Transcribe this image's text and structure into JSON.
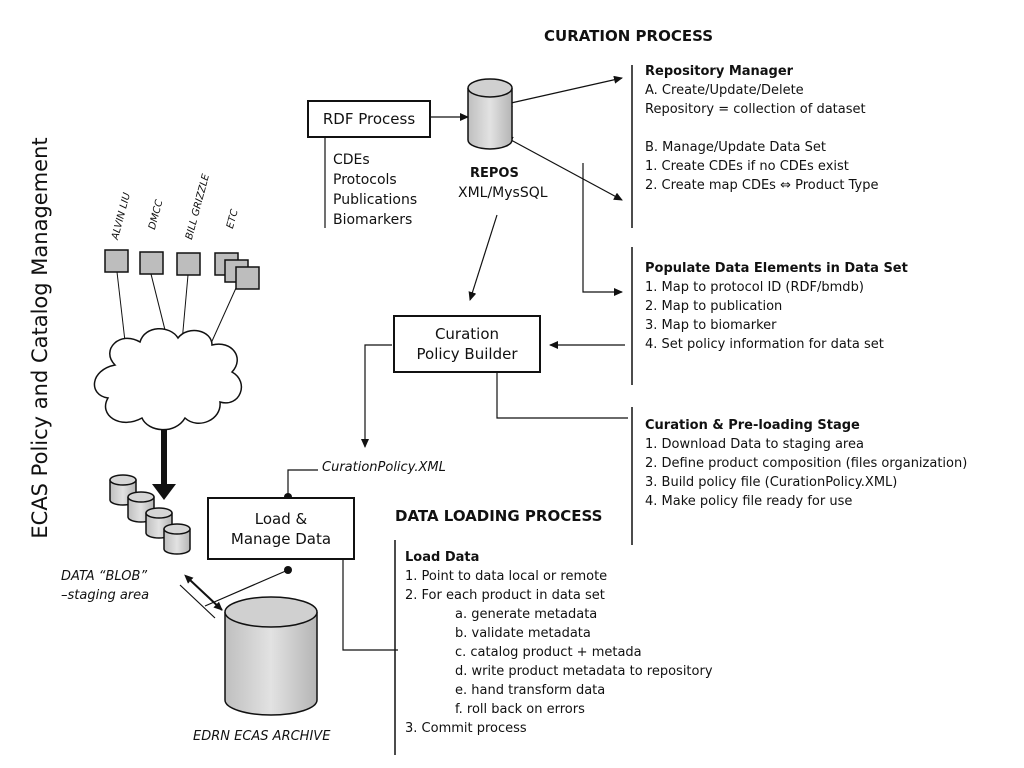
{
  "curation_title": "CURATION PROCESS",
  "loading_title": "DATA LOADING PROCESS",
  "side_title": "ECAS Policy and Catalog Management",
  "rdf_process": "RDF Process",
  "rdf_items": [
    "CDEs",
    "Protocols",
    "Publications",
    "Biomarkers"
  ],
  "repos": {
    "name": "REPOS",
    "sub": "XML/MysSQL"
  },
  "curation_builder": {
    "line1": "Curation",
    "line2": "Policy Builder"
  },
  "load_manage": {
    "line1": "Load &",
    "line2": "Manage Data"
  },
  "curation_policy_file": "CurationPolicy.XML",
  "sources": [
    "ALVIN LIU",
    "DMCC",
    "BILL GRIZZLE",
    "ETC"
  ],
  "blob_label": {
    "line1": "DATA “BLOB”",
    "line2": "–staging area"
  },
  "archive_label": "EDRN ECAS ARCHIVE",
  "repository_manager": {
    "title": "Repository Manager",
    "lines": [
      "A. Create/Update/Delete",
      "Repository = collection of dataset",
      "",
      "B. Manage/Update Data Set",
      "1. Create CDEs if no CDEs exist",
      "2. Create map CDEs ⇔ Product Type"
    ]
  },
  "populate": {
    "title": "Populate Data Elements in Data Set",
    "lines": [
      "1. Map to protocol ID (RDF/bmdb)",
      "2. Map to publication",
      "3. Map to biomarker",
      "4. Set policy information for data set"
    ]
  },
  "preloading": {
    "title": "Curation & Pre-loading Stage",
    "lines": [
      "1. Download Data to staging area",
      "2. Define product composition (files organization)",
      "3. Build policy file (CurationPolicy.XML)",
      "4. Make policy file ready for use"
    ]
  },
  "load_data": {
    "title": "Load Data",
    "lines": [
      "1. Point to data local or remote",
      "2. For each product in data set"
    ],
    "sub": [
      "a. generate metadata",
      "b. validate metadata",
      "c. catalog product + metada",
      "d. write product metadata to repository",
      "e. hand transform data",
      "f. roll back on errors"
    ],
    "last": "3. Commit process"
  }
}
